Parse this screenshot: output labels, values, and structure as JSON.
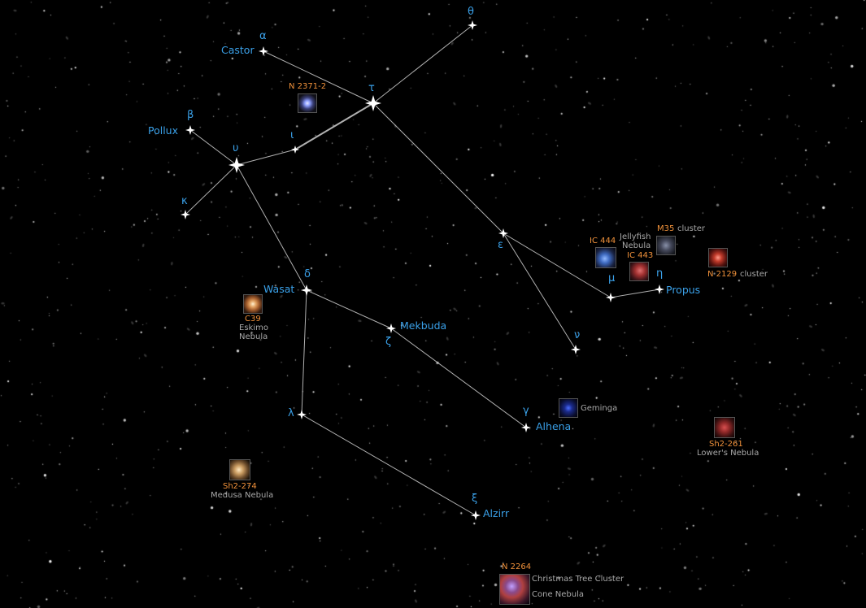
{
  "constellation": {
    "greek": {
      "alpha": "α",
      "beta": "β",
      "gamma": "γ",
      "delta": "δ",
      "epsilon": "ε",
      "zeta": "ζ",
      "eta": "η",
      "theta": "θ",
      "iota": "ι",
      "kappa": "κ",
      "lambda": "λ",
      "mu": "μ",
      "nu": "ν",
      "xi": "ξ",
      "tau": "τ",
      "upsilon": "υ"
    },
    "star_names": {
      "castor": "Castor",
      "pollux": "Pollux",
      "wasat": "Wasat",
      "mekbuda": "Mekbuda",
      "alhena": "Alhena",
      "alzirr": "Alzirr",
      "propus": "Propus"
    }
  },
  "deep_sky": {
    "n2371": {
      "id": "N 2371-2"
    },
    "c39": {
      "id": "C39",
      "name_line1": "Eskimo",
      "name_line2": "Nebula"
    },
    "ic444": {
      "id": "IC 444"
    },
    "jellyfish": {
      "name_line1": "Jellyfish",
      "name_line2": "Nebula"
    },
    "ic443": {
      "id": "IC 443"
    },
    "m35": {
      "id": "M35",
      "type": "cluster"
    },
    "n2129": {
      "id": "N 2129",
      "type": "cluster"
    },
    "geminga": {
      "name": "Geminga"
    },
    "sh2_261": {
      "id": "Sh2-261",
      "name": "Lower's Nebula"
    },
    "sh2_274": {
      "id": "Sh2-274",
      "name": "Medusa Nebula"
    },
    "n2264": {
      "id": "N 2264",
      "name_line1": "Christmas Tree Cluster",
      "name_line2": "Cone Nebula"
    }
  },
  "colors": {
    "background": "#000000",
    "star_label": "#3aa0e8",
    "object_id": "#f0913a",
    "object_name": "#a8a8a8",
    "stick_line": "#cfcfcf"
  }
}
